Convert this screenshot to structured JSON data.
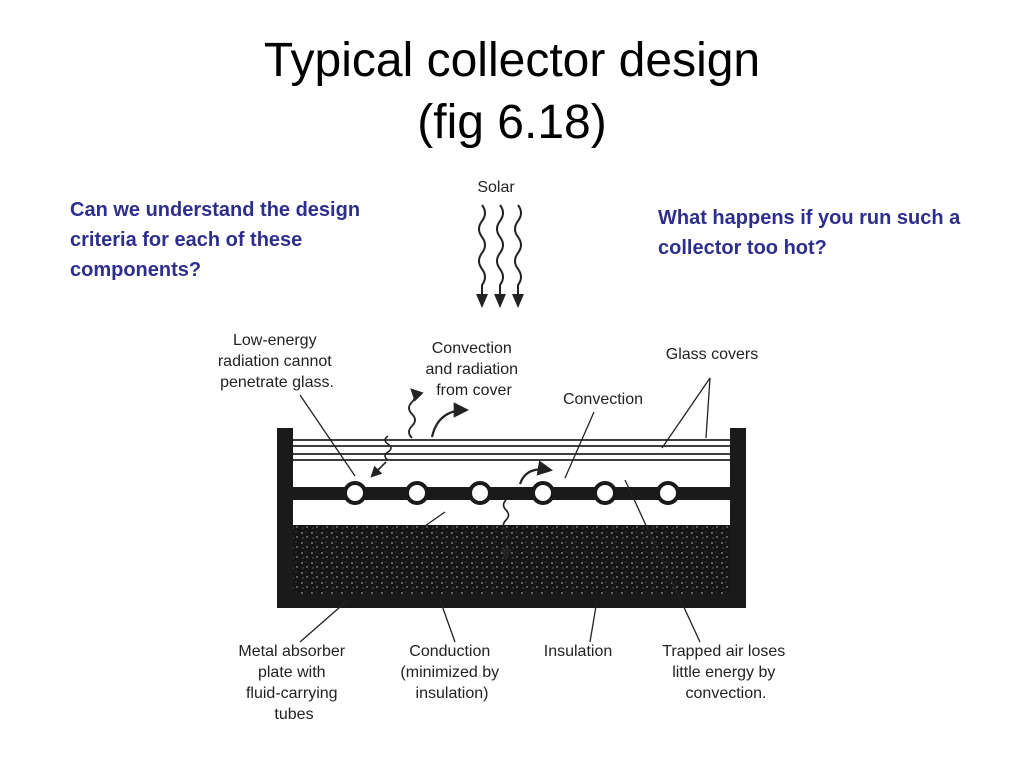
{
  "slide": {
    "title_line1": "Typical collector design",
    "title_line2": "(fig 6.18)",
    "note_left": "Can we understand the design criteria for each of these components?",
    "note_right": "What happens if you run such a collector too hot?"
  },
  "diagram": {
    "solar": "Solar",
    "low_energy": [
      "Low-energy",
      "radiation cannot",
      "penetrate glass."
    ],
    "convection_radiation": [
      "Convection",
      "and radiation",
      "from cover"
    ],
    "convection": "Convection",
    "glass_covers": "Glass covers",
    "metal_absorber": [
      "Metal absorber",
      "plate with",
      "fluid-carrying",
      "tubes"
    ],
    "conduction": [
      "Conduction",
      "(minimized by",
      "insulation)"
    ],
    "insulation": "Insulation",
    "trapped_air": [
      "Trapped air loses",
      "little energy by",
      "convection."
    ]
  }
}
